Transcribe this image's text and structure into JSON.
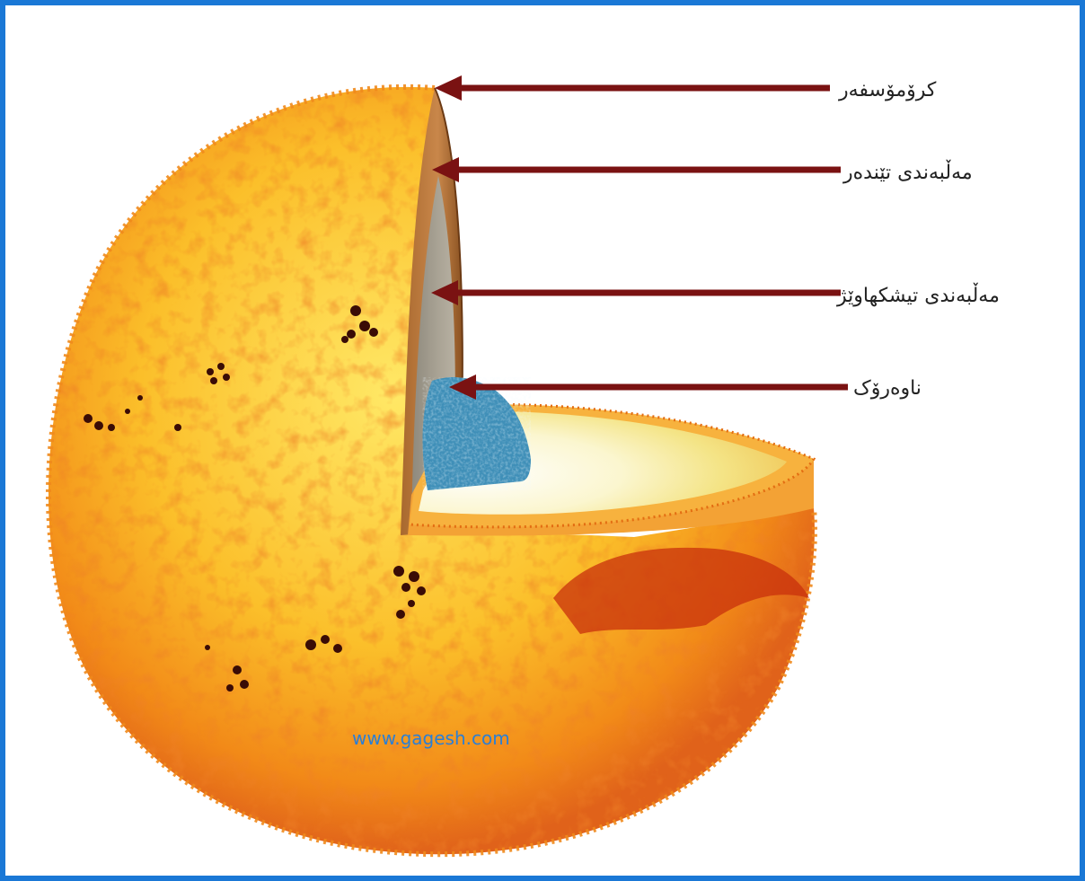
{
  "labels": {
    "chromosphere": "کرۆمۆسفەر",
    "convection_zone": "مەڵبەندی تێندەر",
    "radiative_zone": "مەڵبەندی تیشکهاوێژ",
    "core": "ناوەرۆک"
  },
  "watermark": "www.gagesh.com",
  "colors": {
    "frame_border": "#1a78d6",
    "arrow": "#7a1212",
    "surface_light": "#ffe23a",
    "surface_orange": "#f7a21b",
    "surface_dark": "#d8420c",
    "core_blue": "#3f8fb8",
    "watermark": "#2a7fd6"
  },
  "icons": [
    "sun-globe-icon",
    "sunspot-icon",
    "arrow-left-icon"
  ]
}
